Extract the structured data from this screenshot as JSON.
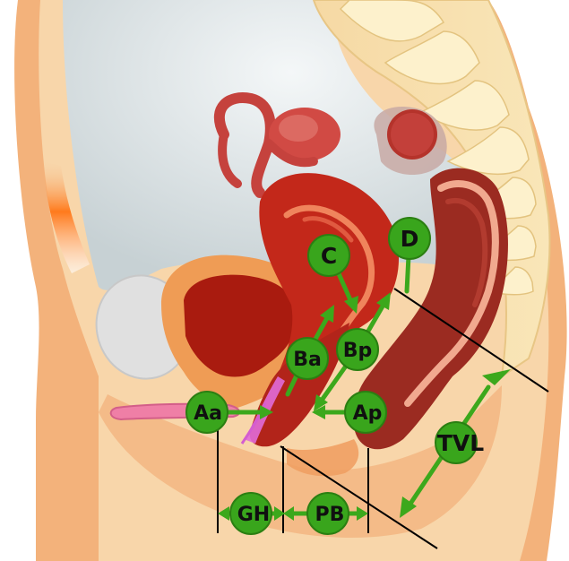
{
  "labels": {
    "C": "C",
    "D": "D",
    "Ba": "Ba",
    "Bp": "Bp",
    "Aa": "Aa",
    "Ap": "Ap",
    "TVL": "TVL",
    "GH": "GH",
    "PB": "PB"
  },
  "colors": {
    "background": "#ffffff",
    "skin": "#f3b27b",
    "skin_light": "#f8d3a6",
    "bone": "#fae7b3",
    "cavity": "#dbe1e3",
    "uterus": "#c3281a",
    "rectum": "#9b2b21",
    "label_green": "#39a51c",
    "label_stroke": "#2b7f12",
    "line": "#000000"
  }
}
